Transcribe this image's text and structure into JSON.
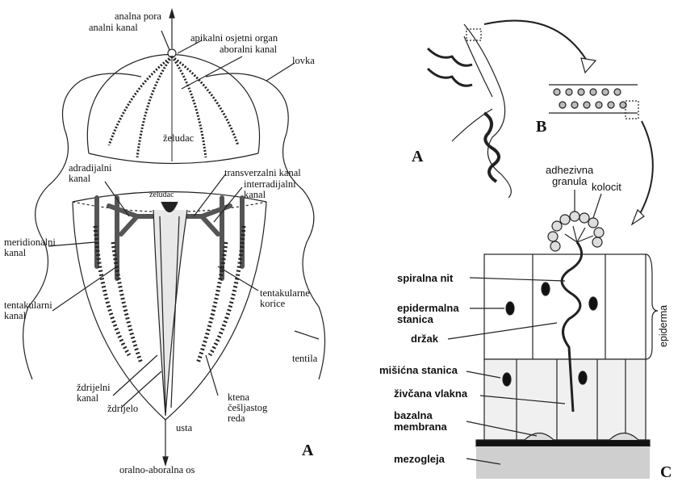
{
  "left_figure": {
    "panel_letter": "A",
    "labels": {
      "analna_pora": "analna pora",
      "analni_kanal": "analni kanal",
      "apikalni_organ": "apikalni osjetni organ",
      "aboralni_kanal": "aboralni kanal",
      "lovka": "lovka",
      "zeludac_top": "želudac",
      "adradijalni": "adradijalni\nkanal",
      "zeludac_mid": "želudac",
      "transverzalni": "transverzalni kanal",
      "interradijalni": "interradijalni\nkanal",
      "meridionalni": "meridionalni\nkanal",
      "tentakularni": "tentakularni\nkanal",
      "tentakularne_korice": "tentakularne\nkorice",
      "tentila": "tentila",
      "zdrijelni": "ždrijelni\nkanal",
      "zdrijelo": "ždrijelo",
      "ktena": "ktena\nčešljastog\nreda",
      "usta": "usta",
      "os": "oralno-aboralna os"
    }
  },
  "right_figure": {
    "panel_A": "A",
    "panel_B": "B",
    "panel_C": "C",
    "labels": {
      "adhezivna": "adhezivna\ngranula",
      "kolocit": "kolocit",
      "spiralna": "spiralna nit",
      "epidermalna": "epidermalna\nstanica",
      "drzak": "držak",
      "misicna": "mišićna stanica",
      "zivcana": "živčana vlakna",
      "bazalna": "bazalna\nmembrana",
      "mezogleja": "mezogleja",
      "epiderma": "epiderma"
    }
  }
}
